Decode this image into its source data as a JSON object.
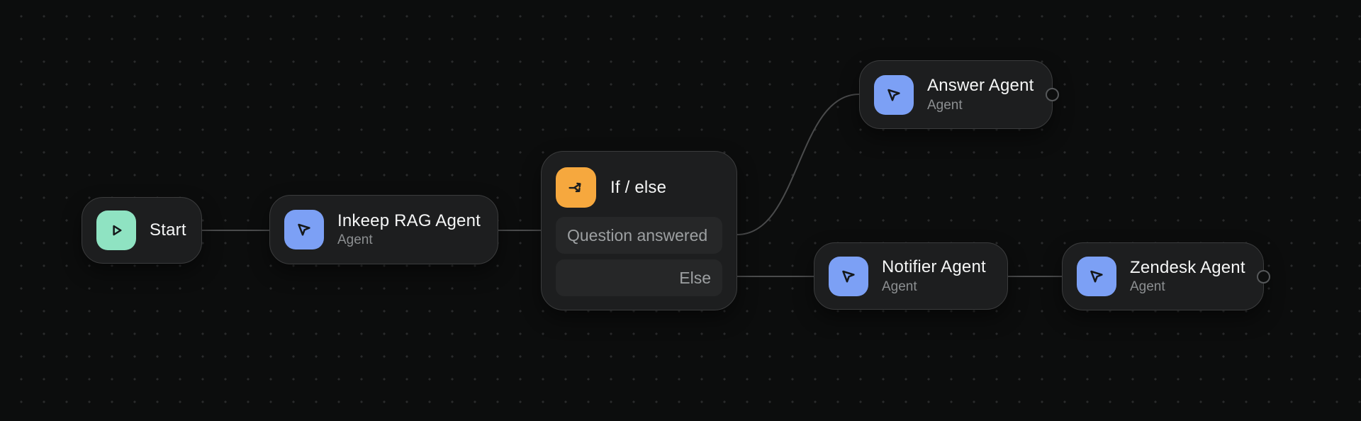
{
  "canvas": {
    "background": "#0c0d0d",
    "dot_color": "#2a2b2c",
    "edge_color": "#4a4b4c"
  },
  "nodes": {
    "start": {
      "title": "Start",
      "icon": "play-icon",
      "icon_bg": "#8FE3C2"
    },
    "inkeep": {
      "title": "Inkeep RAG Agent",
      "subtitle": "Agent",
      "icon": "agent-cursor-icon",
      "icon_bg": "#7CA0F5"
    },
    "if_else": {
      "title": "If / else",
      "icon": "split-arrow-icon",
      "icon_bg": "#F6A83E",
      "branches": {
        "question": "Question answered",
        "else": "Else"
      }
    },
    "answer": {
      "title": "Answer Agent",
      "subtitle": "Agent",
      "icon": "agent-cursor-icon",
      "icon_bg": "#7CA0F5"
    },
    "notifier": {
      "title": "Notifier Agent",
      "subtitle": "Agent",
      "icon": "agent-cursor-icon",
      "icon_bg": "#7CA0F5"
    },
    "zendesk": {
      "title": "Zendesk Agent",
      "subtitle": "Agent",
      "icon": "agent-cursor-icon",
      "icon_bg": "#7CA0F5"
    }
  },
  "edges": [
    {
      "from": "start",
      "to": "inkeep"
    },
    {
      "from": "inkeep",
      "to": "if_else"
    },
    {
      "from": "if_else:question-answered",
      "to": "answer"
    },
    {
      "from": "if_else:else",
      "to": "notifier"
    },
    {
      "from": "notifier",
      "to": "zendesk"
    }
  ]
}
